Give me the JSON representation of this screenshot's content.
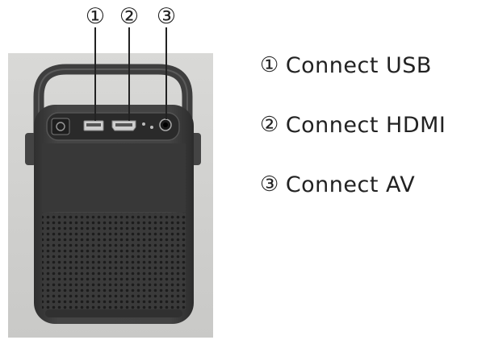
{
  "callouts": [
    "①",
    "②",
    "③"
  ],
  "legend": [
    {
      "num": "①",
      "label": "Connect USB"
    },
    {
      "num": "②",
      "label": "Connect HDMI"
    },
    {
      "num": "③",
      "label": "Connect AV"
    }
  ],
  "colors": {
    "device_body": "#3c3c3c",
    "device_panel": "#2e2e2e",
    "background": "#d2d2d0",
    "text": "#222222"
  }
}
